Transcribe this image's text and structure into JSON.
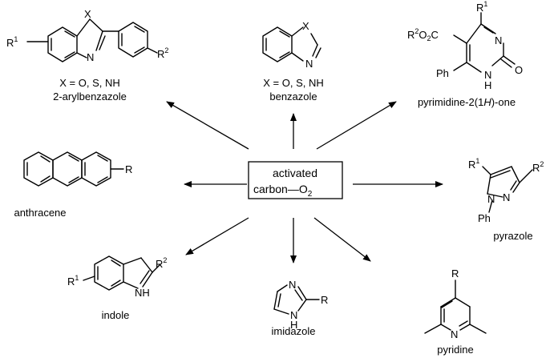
{
  "center": {
    "line1": "activated",
    "line2_pre": "carbon",
    "line2_dash": "—",
    "line2_o": "O",
    "line2_sub": "2"
  },
  "compounds": {
    "arylbenzazole": {
      "cond": "X = O, S, NH",
      "name": "2-arylbenzazole",
      "X": "X",
      "N": "N",
      "R1": "R",
      "R1_sup": "1",
      "R2": "R",
      "R2_sup": "2"
    },
    "benzazole": {
      "cond": "X = O, S, NH",
      "name": "benzazole",
      "X": "X",
      "N": "N"
    },
    "pyrimidinone": {
      "name_pre": "pyrimidine-2(1",
      "name_H": "H",
      "name_post": ")-one",
      "R1": "R",
      "R1_sup": "1",
      "ester_R": "R",
      "ester_sup": "2",
      "ester_rest": "O",
      "ester_sub": "2",
      "ester_C": "C",
      "Ph": "Ph",
      "N": "N",
      "NH": "N",
      "H": "H",
      "O": "O"
    },
    "anthracene": {
      "name": "anthracene",
      "R": "R"
    },
    "pyrazole": {
      "name": "pyrazole",
      "R1": "R",
      "R1_sup": "1",
      "R2": "R",
      "R2_sup": "2",
      "N1": "N",
      "N2": "N",
      "Ph": "Ph"
    },
    "indole": {
      "name": "indole",
      "R1": "R",
      "R1_sup": "1",
      "R2": "R",
      "R2_sup": "2",
      "NH": "N",
      "H": "H"
    },
    "imidazole": {
      "name": "imidazole",
      "N": "N",
      "NH": "N",
      "H": "H",
      "R": "R"
    },
    "pyridine": {
      "name": "pyridine",
      "R": "R",
      "N": "N"
    }
  }
}
